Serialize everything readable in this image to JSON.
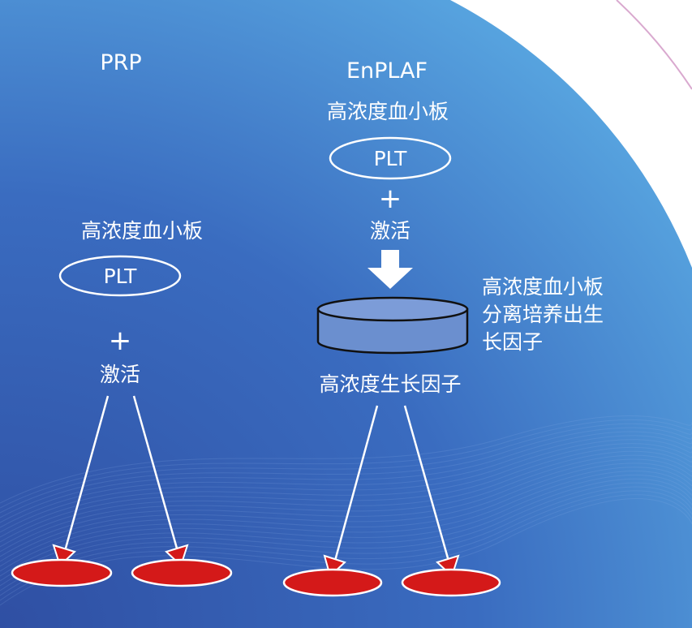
{
  "colors": {
    "bg_dark": "#2f4fa3",
    "bg_mid": "#3a6cc0",
    "bg_light": "#5aa9e2",
    "outside": "#ffffff",
    "accent_line": "#d9a9cf",
    "label": "#ffffff",
    "drum_fill": "#6b8fcf",
    "drum_stroke": "#111111",
    "target_fill": "#d41919"
  },
  "prp": {
    "title": "PRP",
    "platelet_label": "高浓度血小板",
    "plt": "PLT",
    "plus": "+",
    "activate": "激活"
  },
  "enplaf": {
    "title": "EnPLAF",
    "platelet_label": "高浓度血小板",
    "plt": "PLT",
    "plus": "+",
    "activate": "激活",
    "side_note": [
      "高浓度血小板",
      "分离培养出生",
      "长因子"
    ],
    "growth_factor_label": "高浓度生长因子"
  }
}
